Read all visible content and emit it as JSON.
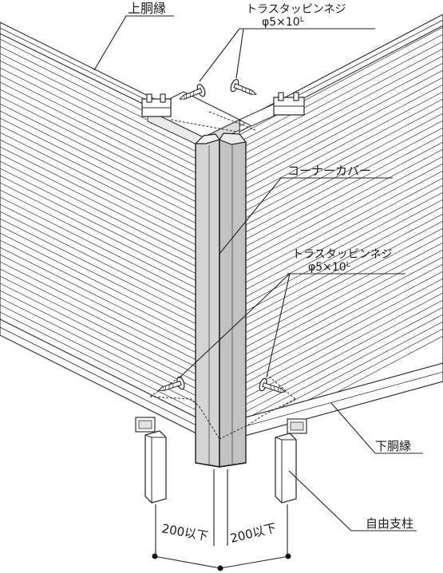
{
  "labels": {
    "upper_rail": "上胴縁",
    "screw_top_name": "トラスタッピンネジ",
    "screw_top_size": "φ5×10",
    "screw_top_sup": "L",
    "corner_cover": "コーナーカバー",
    "screw_mid_name": "トラスタッピンネジ",
    "screw_mid_size": "φ5×10",
    "screw_mid_sup": "L",
    "lower_rail": "下胴縁",
    "free_post": "自由支柱"
  },
  "dimensions": {
    "left": "200以下",
    "right": "200以下"
  }
}
